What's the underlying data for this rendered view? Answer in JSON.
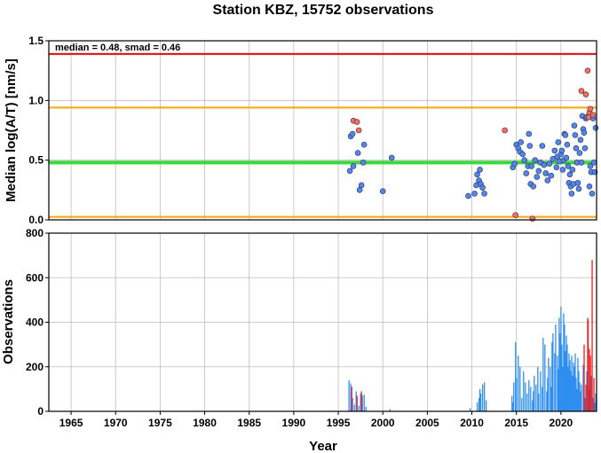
{
  "chart_data": [
    {
      "type": "scatter",
      "title": "Station KBZ, 15752 observations",
      "ylabel": "Median log(A/T) [nm/s]",
      "annotation": "median = 0.48, smad = 0.46",
      "xlim": [
        1962.5,
        2024
      ],
      "ylim": [
        0,
        1.5
      ],
      "yticks": [
        "0.0",
        "0.5",
        "1.0",
        "1.5"
      ],
      "ytick_values": [
        0,
        0.5,
        1,
        1.5
      ],
      "grid": true,
      "reference_lines": [
        {
          "y": 1.39,
          "color": "#ff0000"
        },
        {
          "y": 0.94,
          "color": "#ffa500"
        },
        {
          "y": 0.48,
          "color": "#33dd33"
        },
        {
          "y": 0.025,
          "color": "#ffa500"
        }
      ],
      "series": [
        {
          "color": "#4c86ff",
          "points": [
            [
              1996.3,
              0.41
            ],
            [
              1996.4,
              0.7
            ],
            [
              1996.6,
              0.72
            ],
            [
              1996.7,
              0.45
            ],
            [
              1997.2,
              0.56
            ],
            [
              1997.4,
              0.25
            ],
            [
              1997.6,
              0.29
            ],
            [
              1997.8,
              0.48
            ],
            [
              1997.9,
              0.63
            ],
            [
              2000.0,
              0.24
            ],
            [
              2001.0,
              0.52
            ],
            [
              2009.6,
              0.2
            ],
            [
              2010.3,
              0.22
            ],
            [
              2010.5,
              0.29
            ],
            [
              2010.6,
              0.38
            ],
            [
              2010.8,
              0.33
            ],
            [
              2010.9,
              0.42
            ],
            [
              2011.0,
              0.3
            ],
            [
              2011.2,
              0.27
            ],
            [
              2011.4,
              0.22
            ],
            [
              2014.6,
              0.44
            ],
            [
              2014.8,
              0.47
            ],
            [
              2015.0,
              0.63
            ],
            [
              2015.2,
              0.6
            ],
            [
              2015.4,
              0.57
            ],
            [
              2015.5,
              0.65
            ],
            [
              2015.7,
              0.55
            ],
            [
              2015.9,
              0.5
            ],
            [
              2016.1,
              0.39
            ],
            [
              2016.3,
              0.45
            ],
            [
              2016.4,
              0.72
            ],
            [
              2016.5,
              0.62
            ],
            [
              2016.6,
              0.3
            ],
            [
              2016.7,
              0.45
            ],
            [
              2016.9,
              0.28
            ],
            [
              2017.1,
              0.5
            ],
            [
              2017.3,
              0.36
            ],
            [
              2017.5,
              0.41
            ],
            [
              2017.7,
              0.48
            ],
            [
              2017.9,
              0.62
            ],
            [
              2018.1,
              0.46
            ],
            [
              2018.3,
              0.39
            ],
            [
              2018.5,
              0.33
            ],
            [
              2018.7,
              0.47
            ],
            [
              2018.9,
              0.37
            ],
            [
              2019.1,
              0.51
            ],
            [
              2019.3,
              0.58
            ],
            [
              2019.5,
              0.44
            ],
            [
              2019.6,
              0.53
            ],
            [
              2019.7,
              0.65
            ],
            [
              2019.8,
              0.49
            ],
            [
              2020.0,
              0.55
            ],
            [
              2020.1,
              0.58
            ],
            [
              2020.2,
              0.42
            ],
            [
              2020.3,
              0.5
            ],
            [
              2020.4,
              0.72
            ],
            [
              2020.5,
              0.71
            ],
            [
              2020.6,
              0.52
            ],
            [
              2020.7,
              0.63
            ],
            [
              2020.8,
              0.45
            ],
            [
              2020.9,
              0.31
            ],
            [
              2021.0,
              0.38
            ],
            [
              2021.1,
              0.28
            ],
            [
              2021.2,
              0.22
            ],
            [
              2021.3,
              0.42
            ],
            [
              2021.4,
              0.3
            ],
            [
              2021.5,
              0.79
            ],
            [
              2021.6,
              0.71
            ],
            [
              2021.7,
              0.6
            ],
            [
              2021.8,
              0.48
            ],
            [
              2021.9,
              0.31
            ],
            [
              2022.0,
              0.26
            ],
            [
              2022.1,
              0.56
            ],
            [
              2022.2,
              0.67
            ],
            [
              2022.3,
              0.48
            ],
            [
              2022.4,
              0.87
            ],
            [
              2022.5,
              0.76
            ],
            [
              2022.6,
              0.73
            ],
            [
              2022.7,
              0.6
            ],
            [
              2022.8,
              0.85
            ],
            [
              2022.9,
              0.86
            ],
            [
              2023.1,
              0.87
            ],
            [
              2023.2,
              0.28
            ],
            [
              2023.3,
              0.45
            ],
            [
              2023.4,
              0.4
            ],
            [
              2023.5,
              0.22
            ],
            [
              2023.6,
              0.85
            ],
            [
              2023.7,
              0.48
            ],
            [
              2023.8,
              0.4
            ],
            [
              2023.9,
              0.77
            ]
          ]
        },
        {
          "color": "#ff6a5a",
          "points": [
            [
              1996.7,
              0.83
            ],
            [
              1997.1,
              0.82
            ],
            [
              1997.3,
              0.75
            ],
            [
              2013.7,
              0.75
            ],
            [
              2014.9,
              0.04
            ],
            [
              2016.8,
              0.01
            ],
            [
              2022.3,
              1.08
            ],
            [
              2022.8,
              1.05
            ],
            [
              2023.0,
              1.25
            ],
            [
              2023.1,
              0.86
            ],
            [
              2023.2,
              0.9
            ],
            [
              2023.3,
              0.93
            ],
            [
              2023.6,
              0.88
            ]
          ]
        }
      ]
    },
    {
      "type": "bar",
      "ylabel": "Observations",
      "xlabel": "Year",
      "xlim": [
        1962.5,
        2024
      ],
      "ylim": [
        0,
        800
      ],
      "yticks": [
        "0",
        "200",
        "400",
        "600",
        "800"
      ],
      "ytick_values": [
        0,
        200,
        400,
        600,
        800
      ],
      "xticks": [
        "1965",
        "1970",
        "1975",
        "1980",
        "1985",
        "1990",
        "1995",
        "2000",
        "2005",
        "2010",
        "2015",
        "2020"
      ],
      "xtick_values": [
        1965,
        1970,
        1975,
        1980,
        1985,
        1990,
        1995,
        2000,
        2005,
        2010,
        2015,
        2020
      ],
      "grid": true,
      "series": [
        {
          "color": "#2f8ff0",
          "bars": [
            [
              1996.2,
              140
            ],
            [
              1996.4,
              125
            ],
            [
              1996.6,
              60
            ],
            [
              1996.8,
              30
            ],
            [
              1997.0,
              90
            ],
            [
              1997.3,
              25
            ],
            [
              1997.5,
              80
            ],
            [
              1997.7,
              70
            ],
            [
              1997.9,
              75
            ],
            [
              1998.1,
              20
            ],
            [
              2000.8,
              10
            ],
            [
              2009.8,
              15
            ],
            [
              2010.6,
              40
            ],
            [
              2010.8,
              60
            ],
            [
              2010.9,
              100
            ],
            [
              2011.0,
              80
            ],
            [
              2011.2,
              120
            ],
            [
              2011.4,
              130
            ],
            [
              2011.6,
              50
            ],
            [
              2014.5,
              70
            ],
            [
              2014.6,
              40
            ],
            [
              2014.7,
              130
            ],
            [
              2014.9,
              310
            ],
            [
              2015.0,
              150
            ],
            [
              2015.2,
              250
            ],
            [
              2015.4,
              200
            ],
            [
              2015.6,
              60
            ],
            [
              2015.8,
              180
            ],
            [
              2016.0,
              130
            ],
            [
              2016.2,
              80
            ],
            [
              2016.4,
              140
            ],
            [
              2016.6,
              110
            ],
            [
              2016.8,
              50
            ],
            [
              2016.9,
              90
            ],
            [
              2017.0,
              160
            ],
            [
              2017.2,
              120
            ],
            [
              2017.4,
              200
            ],
            [
              2017.5,
              80
            ],
            [
              2017.7,
              180
            ],
            [
              2017.9,
              110
            ],
            [
              2018.0,
              330
            ],
            [
              2018.2,
              300
            ],
            [
              2018.4,
              90
            ],
            [
              2018.5,
              150
            ],
            [
              2018.6,
              240
            ],
            [
              2018.8,
              200
            ],
            [
              2018.9,
              110
            ],
            [
              2019.0,
              310
            ],
            [
              2019.1,
              350
            ],
            [
              2019.3,
              260
            ],
            [
              2019.4,
              390
            ],
            [
              2019.6,
              250
            ],
            [
              2019.7,
              190
            ],
            [
              2019.8,
              420
            ],
            [
              2019.9,
              350
            ],
            [
              2020.0,
              470
            ],
            [
              2020.1,
              300
            ],
            [
              2020.2,
              200
            ],
            [
              2020.3,
              440
            ],
            [
              2020.4,
              390
            ],
            [
              2020.5,
              270
            ],
            [
              2020.6,
              340
            ],
            [
              2020.7,
              300
            ],
            [
              2020.8,
              200
            ],
            [
              2020.9,
              260
            ],
            [
              2021.0,
              230
            ],
            [
              2021.1,
              180
            ],
            [
              2021.2,
              250
            ],
            [
              2021.3,
              160
            ],
            [
              2021.4,
              220
            ],
            [
              2021.5,
              200
            ],
            [
              2021.6,
              260
            ],
            [
              2021.7,
              150
            ],
            [
              2021.8,
              100
            ],
            [
              2021.9,
              240
            ],
            [
              2022.0,
              180
            ],
            [
              2022.1,
              130
            ],
            [
              2022.2,
              90
            ],
            [
              2022.3,
              120
            ],
            [
              2022.5,
              210
            ],
            [
              2022.7,
              60
            ],
            [
              2022.9,
              180
            ],
            [
              2023.1,
              100
            ],
            [
              2023.4,
              160
            ],
            [
              2023.6,
              60
            ],
            [
              2023.8,
              40
            ],
            [
              2023.9,
              80
            ]
          ]
        },
        {
          "color": "#ee1c1c",
          "bars": [
            [
              1996.5,
              110
            ],
            [
              1997.1,
              70
            ],
            [
              1997.6,
              90
            ],
            [
              2022.6,
              300
            ],
            [
              2022.8,
              120
            ],
            [
              2023.0,
              420
            ],
            [
              2023.05,
              410
            ],
            [
              2023.2,
              280
            ],
            [
              2023.3,
              250
            ],
            [
              2023.5,
              680
            ],
            [
              2023.7,
              150
            ]
          ]
        }
      ]
    }
  ]
}
